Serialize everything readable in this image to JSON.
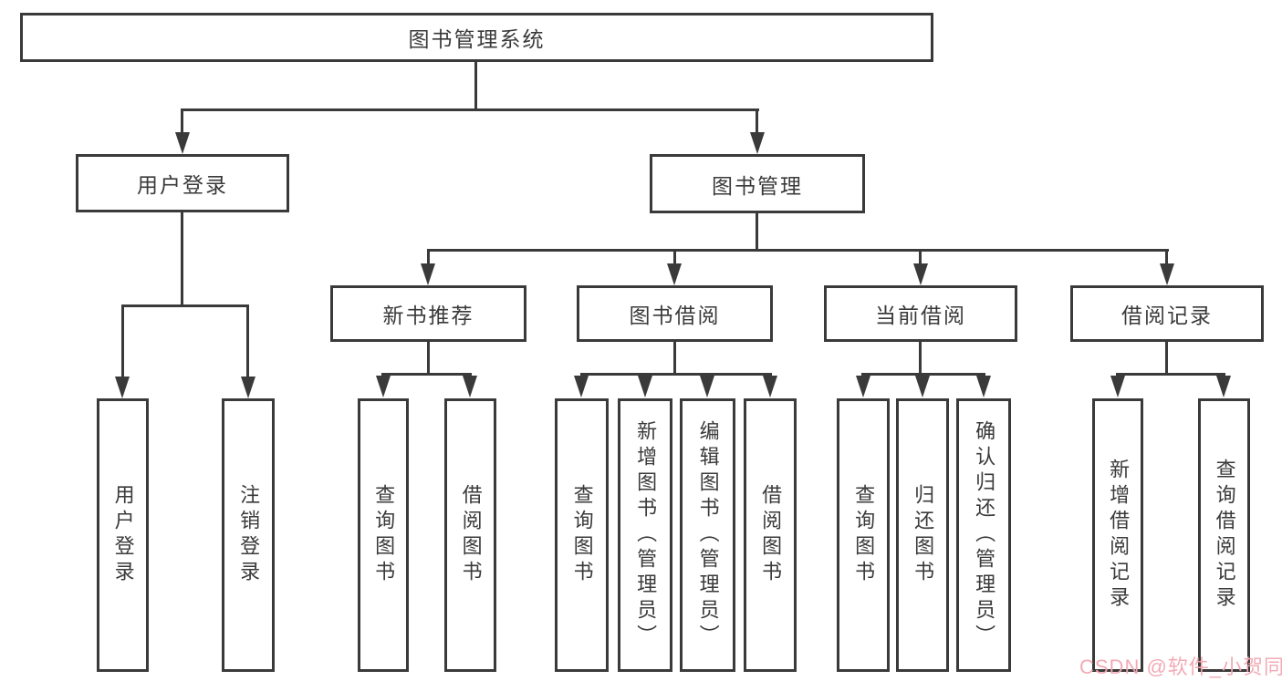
{
  "colors": {
    "line": "#3a3a3a",
    "box_border": "#3a3a3a",
    "box_fill": "#ffffff",
    "text": "#3a3a3a",
    "watermark": "#f1a6b1",
    "background": "#ffffff"
  },
  "tree": {
    "root": {
      "label": "图书管理系统"
    },
    "branches": [
      {
        "label": "用户登录",
        "children": [
          {
            "label": "用户登录"
          },
          {
            "label": "注销登录"
          }
        ]
      },
      {
        "label": "图书管理",
        "children": [
          {
            "label": "新书推荐",
            "children": [
              {
                "label": "查询图书"
              },
              {
                "label": "借阅图书"
              }
            ]
          },
          {
            "label": "图书借阅",
            "children": [
              {
                "label": "查询图书"
              },
              {
                "label": "新增图书（管理员）"
              },
              {
                "label": "编辑图书（管理员）"
              },
              {
                "label": "借阅图书"
              }
            ]
          },
          {
            "label": "当前借阅",
            "children": [
              {
                "label": "查询图书"
              },
              {
                "label": "归还图书"
              },
              {
                "label": "确认归还（管理员）"
              }
            ]
          },
          {
            "label": "借阅记录",
            "children": [
              {
                "label": "新增借阅记录"
              },
              {
                "label": "查询借阅记录"
              }
            ]
          }
        ]
      }
    ]
  },
  "watermark": {
    "text": "CSDN @软件_小贺同学"
  }
}
